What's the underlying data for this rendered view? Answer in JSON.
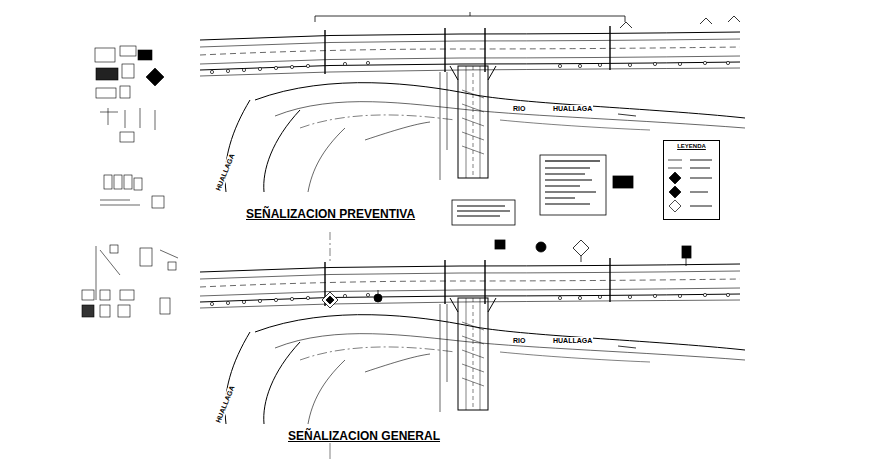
{
  "diagram": {
    "nodes": [
      {
        "text": [
          "LEYENDA"
        ]
      }
    ],
    "labels": [
      "RIO",
      "HUALLAGA",
      "HUALLAGA",
      "SEÑALIZACION PREVENTIVA",
      "RIO",
      "HUALLAGA",
      "HUALLAGA",
      "SEÑALIZACION GENERAL"
    ]
  }
}
